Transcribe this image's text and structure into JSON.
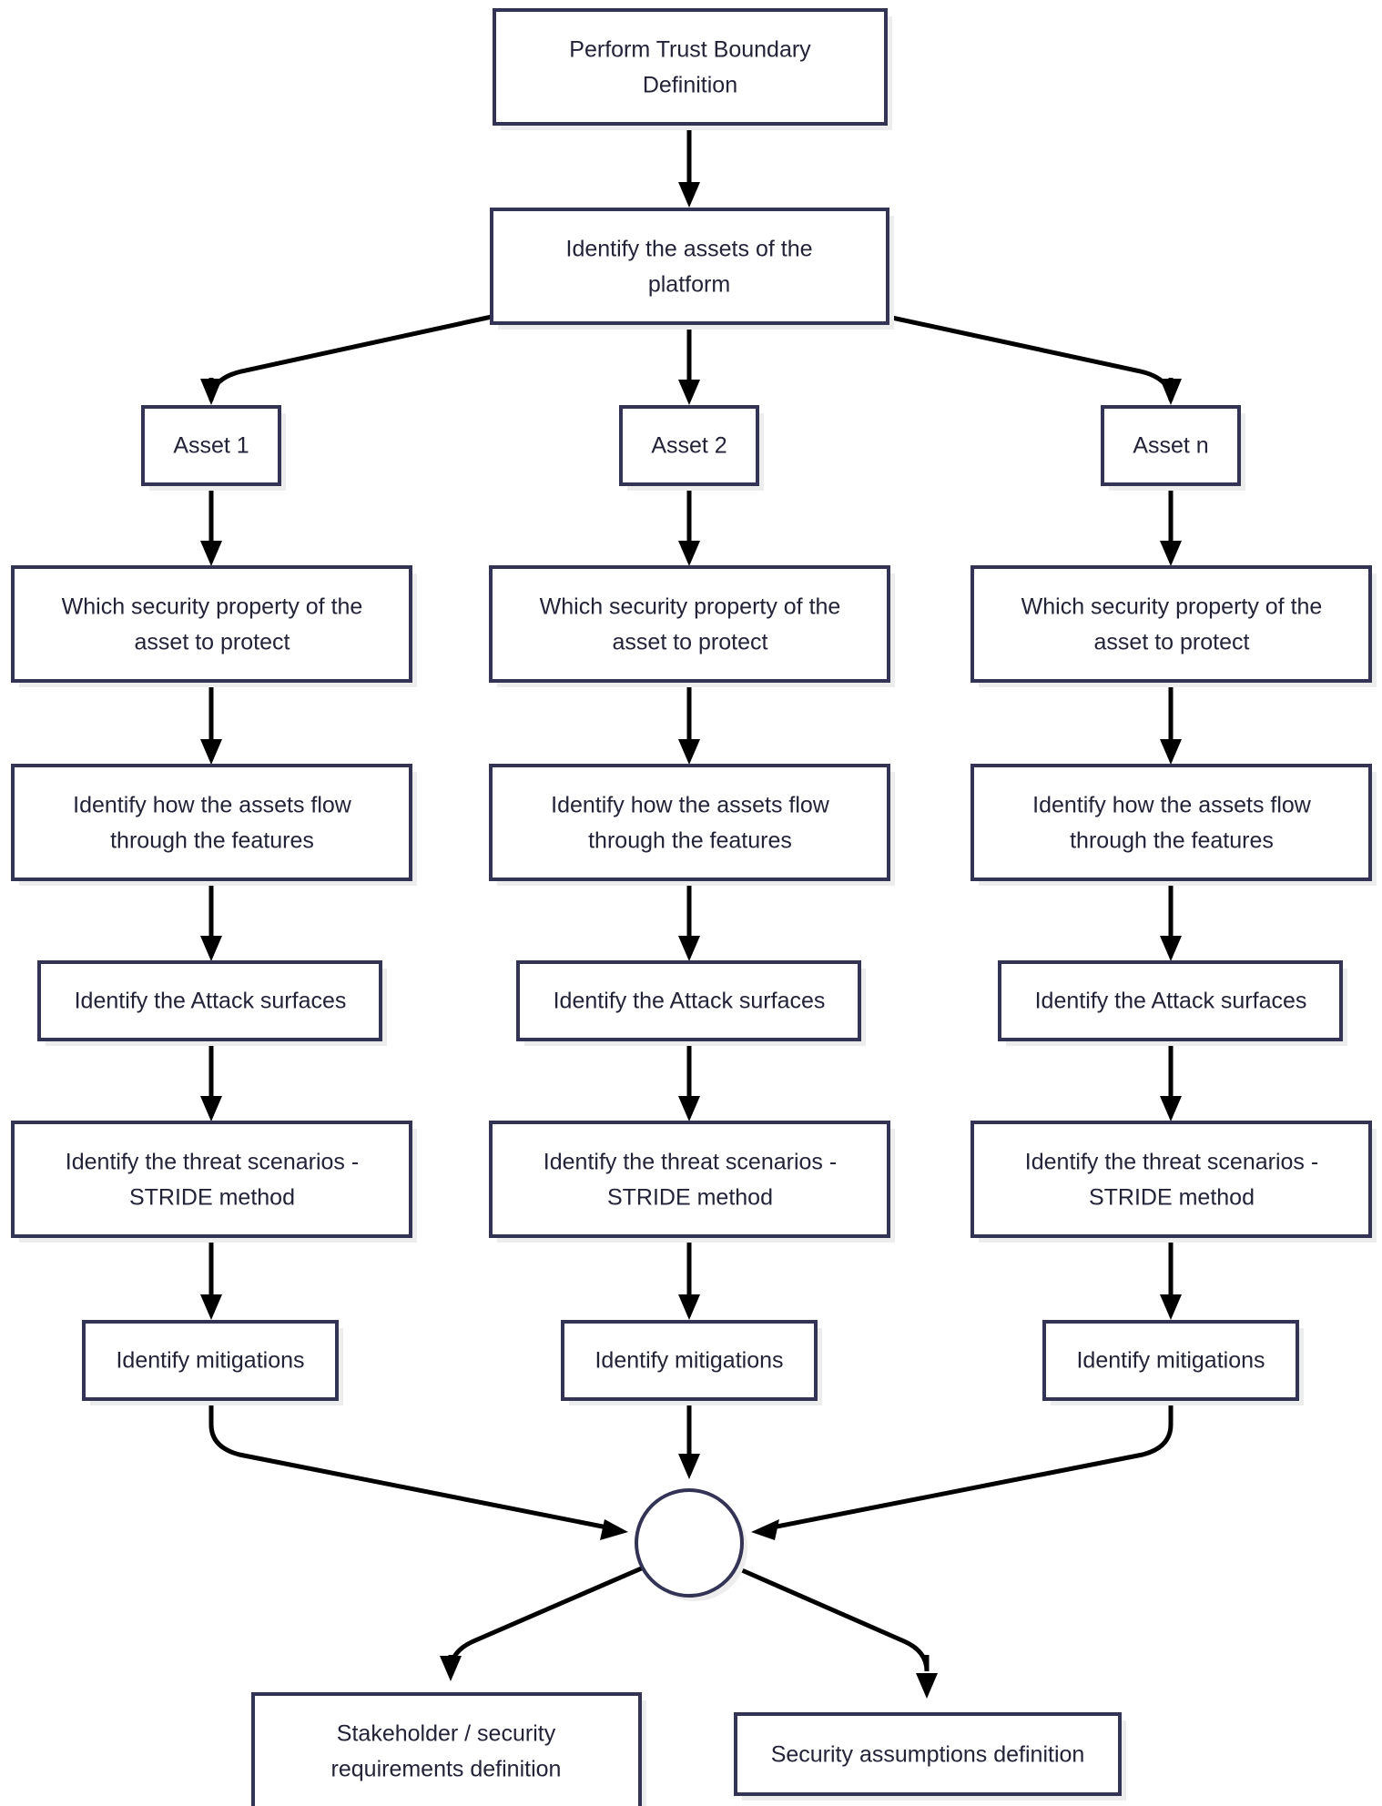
{
  "diagram": {
    "type": "flowchart",
    "title": "Threat modeling process flowchart",
    "orientation": "top-to-bottom",
    "colors": {
      "node_border": "#333355",
      "node_fill": "#ffffff",
      "node_shadow": "#ededed",
      "edge": "#000000",
      "text": "#232338",
      "background": "#ffffff"
    },
    "nodes": {
      "start": {
        "label_line1": "Perform Trust Boundary",
        "label_line2": "Definition"
      },
      "identify_assets": {
        "label_line1": "Identify the assets of the",
        "label_line2": "platform"
      },
      "asset1": {
        "label": "Asset 1"
      },
      "asset2": {
        "label": "Asset 2"
      },
      "assetn": {
        "label": "Asset n"
      },
      "security_property": {
        "label_line1": "Which security property of the",
        "label_line2": "asset to protect"
      },
      "assets_flow": {
        "label_line1": "Identify how the assets flow",
        "label_line2": "through the features"
      },
      "attack_surfaces": {
        "label": "Identify the Attack surfaces"
      },
      "threat_scenarios": {
        "label_line1": "Identify the threat scenarios -",
        "label_line2": "STRIDE method"
      },
      "mitigations": {
        "label": "Identify mitigations"
      },
      "junction": {
        "label": ""
      },
      "stakeholder_requirements": {
        "label_line1": "Stakeholder / security",
        "label_line2": "requirements definition"
      },
      "security_assumptions": {
        "label": "Security assumptions definition"
      }
    },
    "columns": [
      {
        "id": "column-asset-1",
        "asset_label": "Asset 1",
        "steps": [
          "Which security property of the asset to protect",
          "Identify how the assets flow through the features",
          "Identify the Attack surfaces",
          "Identify the threat scenarios - STRIDE method",
          "Identify mitigations"
        ]
      },
      {
        "id": "column-asset-2",
        "asset_label": "Asset 2",
        "steps": [
          "Which security property of the asset to protect",
          "Identify how the assets flow through the features",
          "Identify the Attack surfaces",
          "Identify the threat scenarios - STRIDE method",
          "Identify mitigations"
        ]
      },
      {
        "id": "column-asset-n",
        "asset_label": "Asset n",
        "steps": [
          "Which security property of the asset to protect",
          "Identify how the assets flow through the features",
          "Identify the Attack surfaces",
          "Identify the threat scenarios - STRIDE method",
          "Identify mitigations"
        ]
      }
    ],
    "outputs": [
      "Stakeholder / security requirements definition",
      "Security assumptions definition"
    ]
  }
}
